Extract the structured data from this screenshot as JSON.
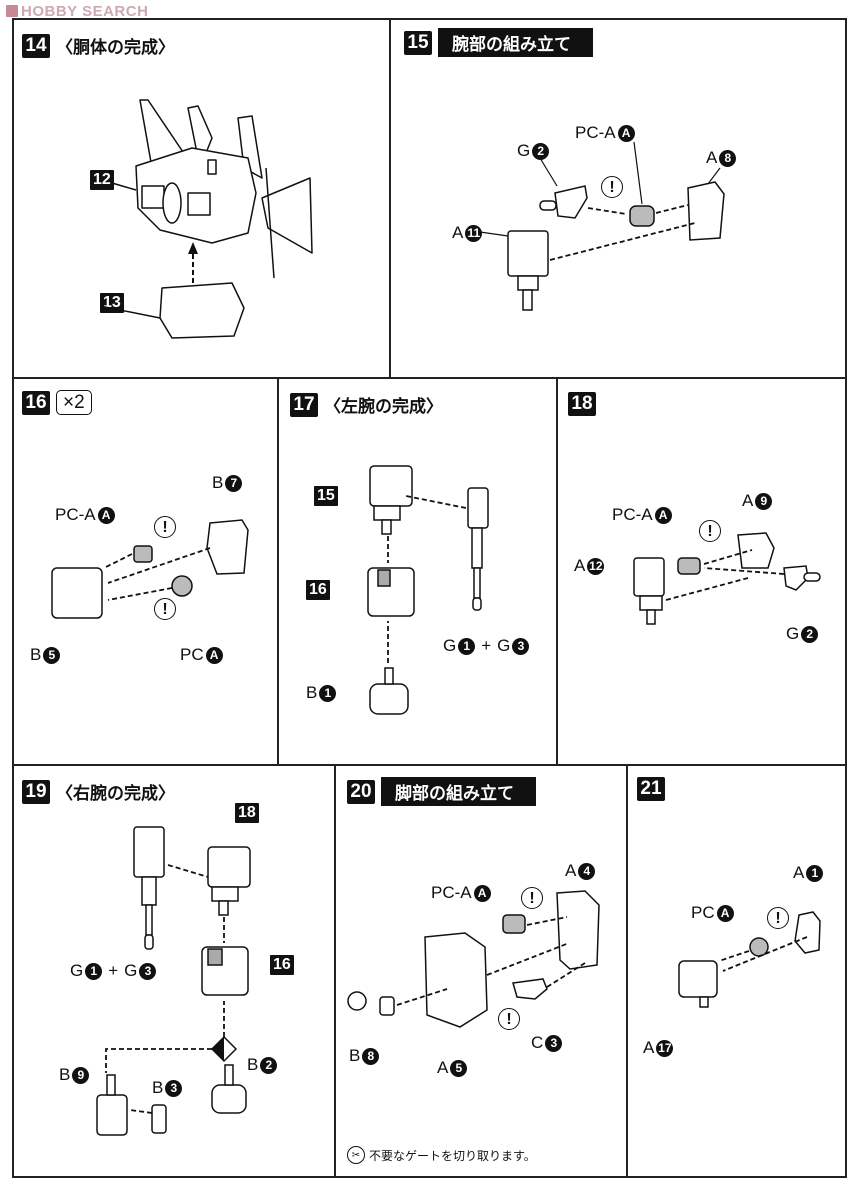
{
  "watermark": "HOBBY SEARCH",
  "steps": {
    "s14": {
      "number": "14",
      "title": "〈胴体の完成〉",
      "parts": [
        "12",
        "13"
      ]
    },
    "s15": {
      "number": "15",
      "title": "腕部の組み立て",
      "labels": {
        "g2": "G",
        "g2n": "2",
        "pca": "PC-A",
        "pcan": "A",
        "a8": "A",
        "a8n": "8",
        "a11": "A",
        "a11n": "11"
      }
    },
    "s16": {
      "number": "16",
      "multiplier": "×2",
      "labels": {
        "pca": "PC-A",
        "pcan": "A",
        "b7": "B",
        "b7n": "7",
        "b5": "B",
        "b5n": "5",
        "pc": "PC",
        "pcn": "A"
      }
    },
    "s17": {
      "number": "17",
      "title": "〈左腕の完成〉",
      "parts": [
        "15",
        "16"
      ],
      "labels": {
        "g1": "G",
        "g1n": "1",
        "plus": "+",
        "g3": "G",
        "g3n": "3",
        "b1": "B",
        "b1n": "1"
      }
    },
    "s18": {
      "number": "18",
      "labels": {
        "pca": "PC-A",
        "pcan": "A",
        "a9": "A",
        "a9n": "9",
        "a12": "A",
        "a12n": "12",
        "g2": "G",
        "g2n": "2"
      }
    },
    "s19": {
      "number": "19",
      "title": "〈右腕の完成〉",
      "parts": [
        "18",
        "16"
      ],
      "labels": {
        "g1": "G",
        "g1n": "1",
        "plus": "+",
        "g3": "G",
        "g3n": "3",
        "b9": "B",
        "b9n": "9",
        "b3": "B",
        "b3n": "3",
        "b2": "B",
        "b2n": "2"
      }
    },
    "s20": {
      "number": "20",
      "title": "脚部の組み立て",
      "labels": {
        "a4": "A",
        "a4n": "4",
        "pca": "PC-A",
        "pcan": "A",
        "b8": "B",
        "b8n": "8",
        "a5": "A",
        "a5n": "5",
        "c3": "C",
        "c3n": "3"
      },
      "note": "不要なゲートを切り取ります。"
    },
    "s21": {
      "number": "21",
      "labels": {
        "a1": "A",
        "a1n": "1",
        "pc": "PC",
        "pcn": "A",
        "a17": "A",
        "a17n": "17"
      }
    }
  },
  "warning_symbol": "!",
  "icons": {
    "warning": "exclamation-circle-icon",
    "cut_gate": "nipper-icon",
    "choice": "diamond-choice-icon"
  }
}
